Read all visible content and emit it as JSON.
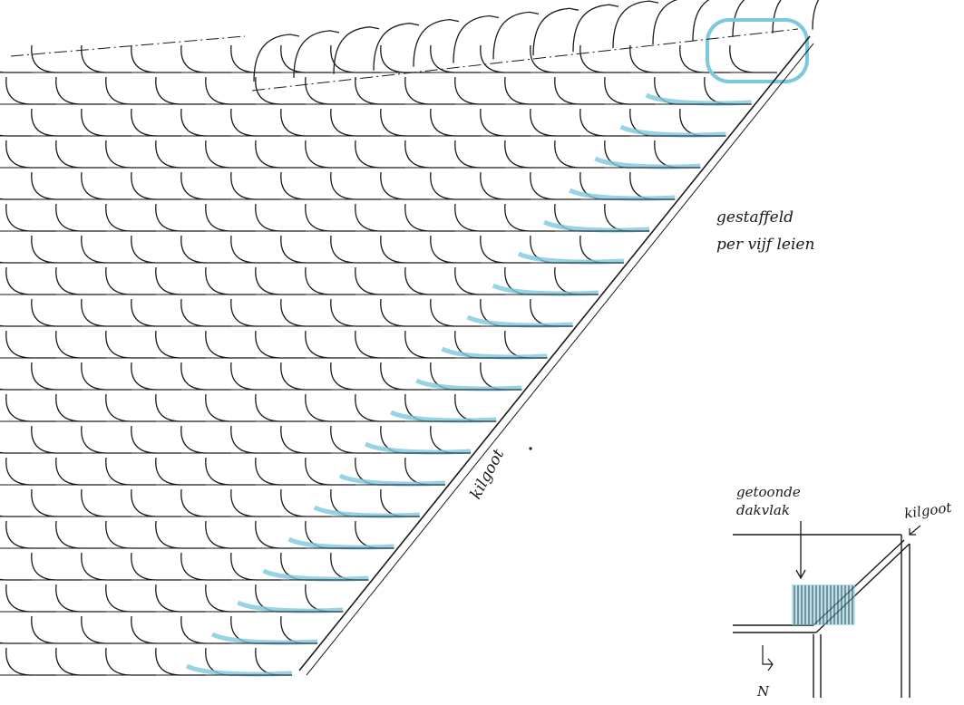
{
  "annotations": {
    "staggered_line1": "gestaffeld",
    "staggered_line2": "per vijf leien",
    "valley_label": "kilgoot",
    "inset_valley_label": "kilgoot",
    "inset_roof_line1": "getoonde",
    "inset_roof_line2": "dakvlak",
    "north_label": "N"
  },
  "colors": {
    "ink": "#1a1a1a",
    "accent": "#7cc8de",
    "paper": "#ffffff"
  }
}
